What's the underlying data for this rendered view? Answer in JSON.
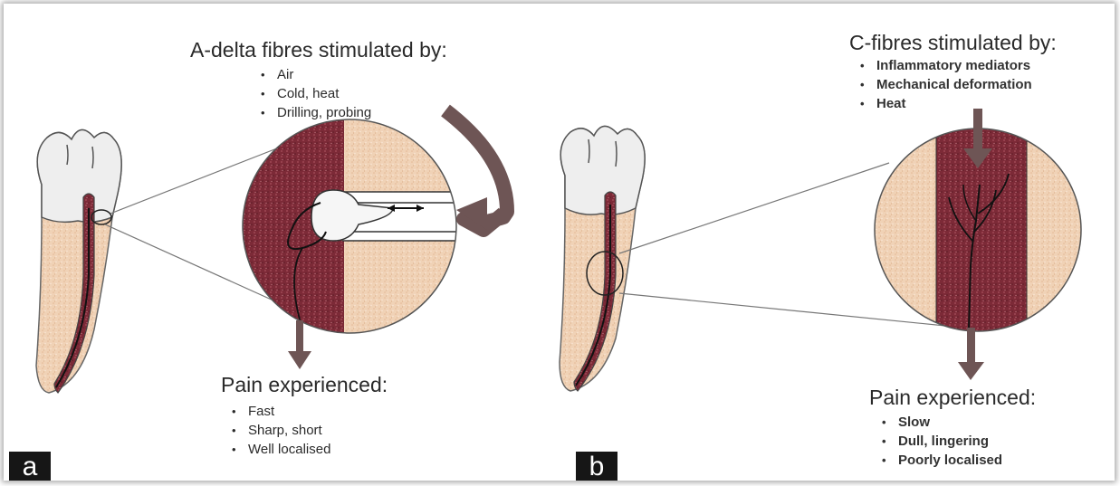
{
  "panel_a": {
    "label": "a",
    "stim_title": "A-delta fibres stimulated by:",
    "stimuli": [
      "Air",
      "Cold, heat",
      "Drilling, probing"
    ],
    "pain_title": "Pain experienced:",
    "pain": [
      "Fast",
      "Sharp, short",
      "Well localised"
    ]
  },
  "panel_b": {
    "label": "b",
    "stim_title": "C-fibres stimulated by:",
    "stimuli": [
      "Inflammatory mediators",
      "Mechanical deformation",
      "Heat"
    ],
    "pain_title": "Pain experienced:",
    "pain": [
      "Slow",
      "Dull, lingering",
      "Poorly localised"
    ]
  },
  "colors": {
    "pulp": "#7e2a38",
    "dentin": "#f1d3b9",
    "enamel": "#eeeeee",
    "arrow": "#6e5555"
  }
}
